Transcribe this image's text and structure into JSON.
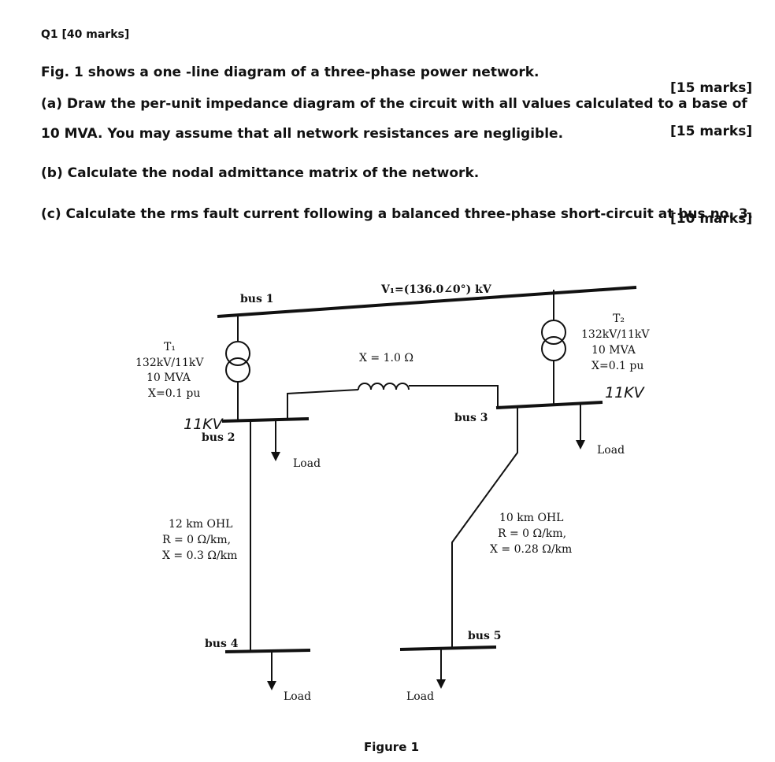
{
  "question": {
    "title": "Q1 [40 marks]",
    "intro": "Fig. 1 shows a one -line diagram of a three-phase power network.",
    "part_a_line1": "(a) Draw the per-unit impedance diagram of the circuit with all values calculated to a base of",
    "part_a_line2": "10 MVA. You may assume that all network resistances are negligible.",
    "part_a_marks": "[15 marks]",
    "part_b": "(b) Calculate the nodal admittance matrix of the network.",
    "part_b_marks": "[15 marks]",
    "part_c": "(c) Calculate the rms fault current following a balanced three-phase short-circuit at bus no. 3.",
    "part_c_marks": "[10 marks]"
  },
  "figure": {
    "caption": "Figure 1",
    "source_voltage": "V₁=(136.0∠0°) kV",
    "bus1": "bus 1",
    "bus2": "bus 2",
    "bus3": "bus 3",
    "bus4": "bus 4",
    "bus5": "bus 5",
    "t1": {
      "name": "T₁",
      "ratio": "132kV/11kV",
      "rating": "10 MVA",
      "reactance": "X=0.1 pu",
      "note": "11KV"
    },
    "t2": {
      "name": "T₂",
      "ratio": "132kV/11kV",
      "rating": "10 MVA",
      "reactance": "X=0.1 pu",
      "note": "11KV"
    },
    "reactor": "X = 1.0 Ω",
    "line1": {
      "length": "12 km OHL",
      "r": "R = 0 Ω/km,",
      "x": "X = 0.3 Ω/km"
    },
    "line2": {
      "length": "10 km OHL",
      "r": "R = 0 Ω/km,",
      "x": "X = 0.28 Ω/km"
    },
    "load_bus2": "Load",
    "load_bus3": "Load",
    "load_bus4": "Load",
    "load_bus5": "Load"
  }
}
